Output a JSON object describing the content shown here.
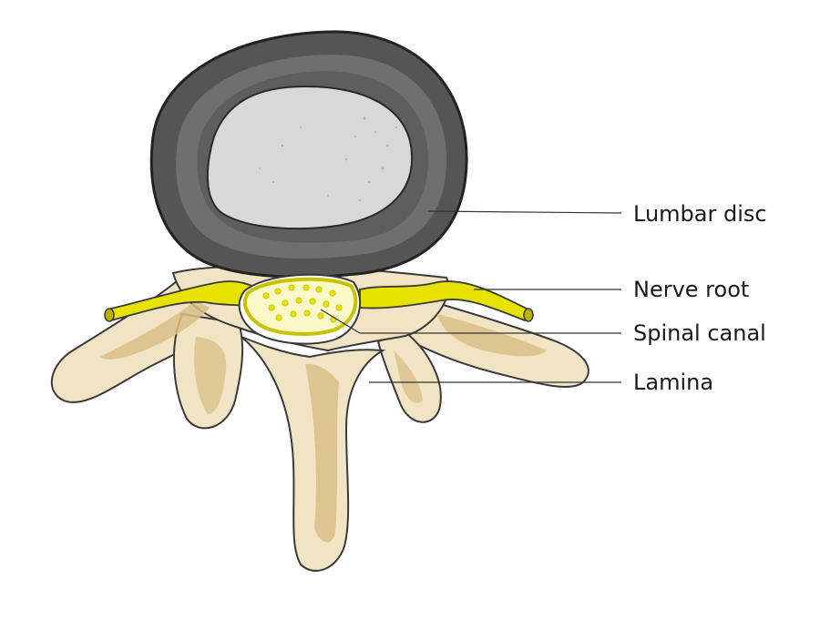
{
  "labels": {
    "lumbar_disc": "Lumbar disc",
    "nerve_root": "Nerve root",
    "spinal_canal": "Spinal canal",
    "lamina": "Lamina"
  },
  "colors": {
    "bone": "#f1e4c4",
    "bone_shadow": "#d9be87",
    "disc_outer": "#555555",
    "disc_band": "#6f6f6f",
    "disc_inner": "#d8d8d8",
    "nerve": "#e8e200",
    "nerve_dark": "#b9b200",
    "canal": "#fbf9c8"
  }
}
